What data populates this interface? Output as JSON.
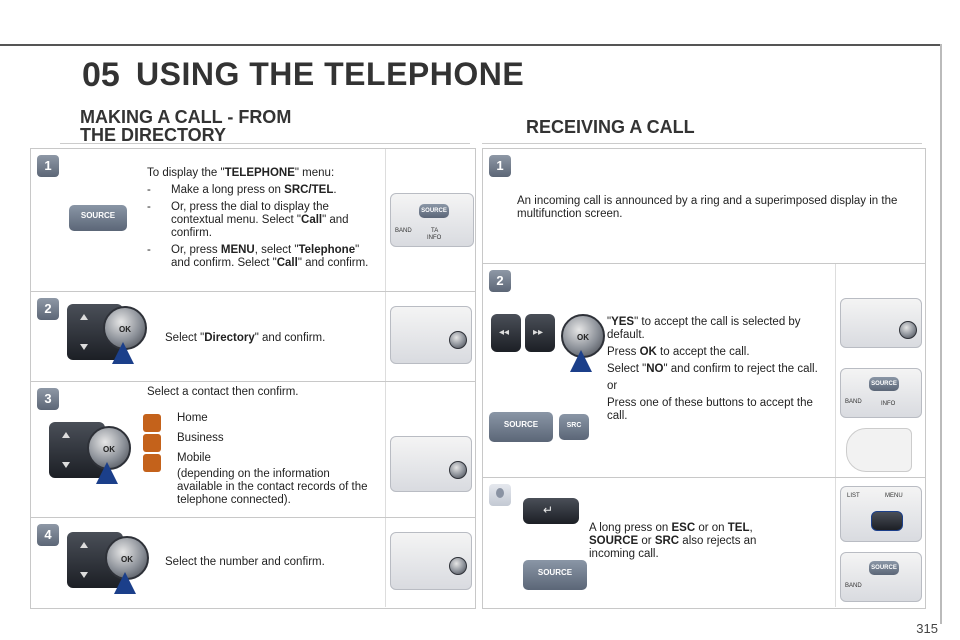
{
  "header": {
    "chapter": "05",
    "title": "USING THE TELEPHONE"
  },
  "left_section": {
    "title_line1": "MAKING A CALL - FROM",
    "title_line2": "THE DIRECTORY",
    "step1": {
      "num": "1",
      "intro_pre": "To display the \"",
      "intro_bold": "TELEPHONE",
      "intro_post": "\" menu:",
      "b1_pre": "Make a long press on ",
      "b1_bold": "SRC/TEL",
      "b1_post": ".",
      "b2_pre": "Or, press the dial to display the contextual menu. Select \"",
      "b2_bold": "Call",
      "b2_post": "\" and confirm.",
      "b3_pre": "Or, press ",
      "b3_bold1": "MENU",
      "b3_mid": ", select \"",
      "b3_bold2": "Telephone",
      "b3_mid2": "\" and confirm. Select \"",
      "b3_bold3": "Call",
      "b3_post": "\" and confirm.",
      "dash": "-",
      "src_label": "SOURCE"
    },
    "step2": {
      "num": "2",
      "pre": "Select \"",
      "bold": "Directory",
      "post": "\" and confirm.",
      "ok": "OK"
    },
    "step3": {
      "num": "3",
      "intro": "Select a contact then confirm.",
      "home": "Home",
      "business": "Business",
      "mobile": "Mobile",
      "note": "(depending on the information available in the contact records of the telephone connected).",
      "ok": "OK"
    },
    "step4": {
      "num": "4",
      "text": "Select the number and confirm.",
      "ok": "OK"
    }
  },
  "right_section": {
    "title": "RECEIVING A CALL",
    "step1": {
      "num": "1",
      "text": "An incoming call is announced by a ring and a superimposed display in the multifunction screen."
    },
    "step2": {
      "num": "2",
      "yes_pre": "\"",
      "yes_bold": "YES",
      "yes_post": "\" to accept the call is selected by default.",
      "press_pre": "Press ",
      "press_bold": "OK",
      "press_post": " to accept the call.",
      "no_pre": "Select \"",
      "no_bold": "NO",
      "no_post": "\" and confirm to reject the call.",
      "or": "or",
      "buttons_text": "Press one of these buttons to accept the call.",
      "ok": "OK",
      "src_label": "SOURCE",
      "src_small": "SRC"
    },
    "tip": {
      "pre": "A long press on ",
      "esc": "ESC",
      "mid1": " or on ",
      "tel": "TEL",
      "mid2": ", ",
      "source": "SOURCE",
      "mid3": " or ",
      "src": "SRC",
      "post": " also rejects an incoming call.",
      "src_label": "SOURCE"
    }
  },
  "console_labels": {
    "band": "BAND",
    "ta": "TA",
    "info": "INFO",
    "source": "SOURCE",
    "list": "LIST",
    "menu": "MENU"
  },
  "page_number": "315"
}
